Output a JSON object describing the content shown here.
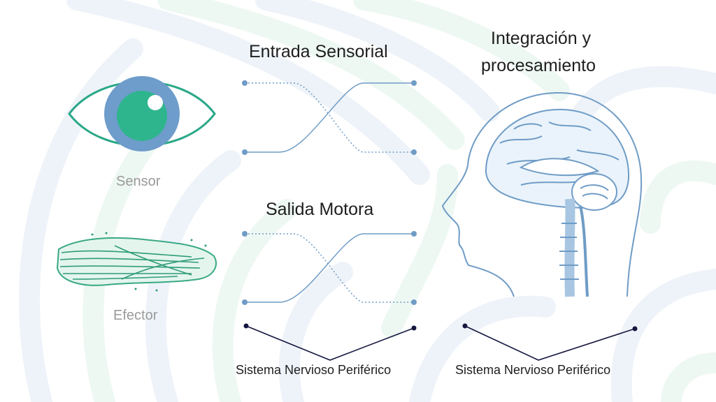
{
  "titles": {
    "sensory_input": "Entrada Sensorial",
    "motor_output": "Salida Motora",
    "integration_line1": "Integración y",
    "integration_line2": "procesamiento"
  },
  "captions": {
    "sensor": "Sensor",
    "effector": "Efector"
  },
  "bottom_labels": {
    "left": "Sistema Nervioso Periférico",
    "right": "Sistema Nervioso Periférico"
  },
  "colors": {
    "accent_blue": "#6e9ccb",
    "accent_green": "#2fb58d",
    "eye_outline": "#2aa888",
    "line_blue": "#6f9cc6",
    "navy": "#14163f",
    "background_swirl_blue": "#eef3f9",
    "background_swirl_green": "#eef8f3"
  },
  "icons": [
    "eye-icon",
    "foot-anatomy-icon",
    "head-brain-section-icon"
  ]
}
